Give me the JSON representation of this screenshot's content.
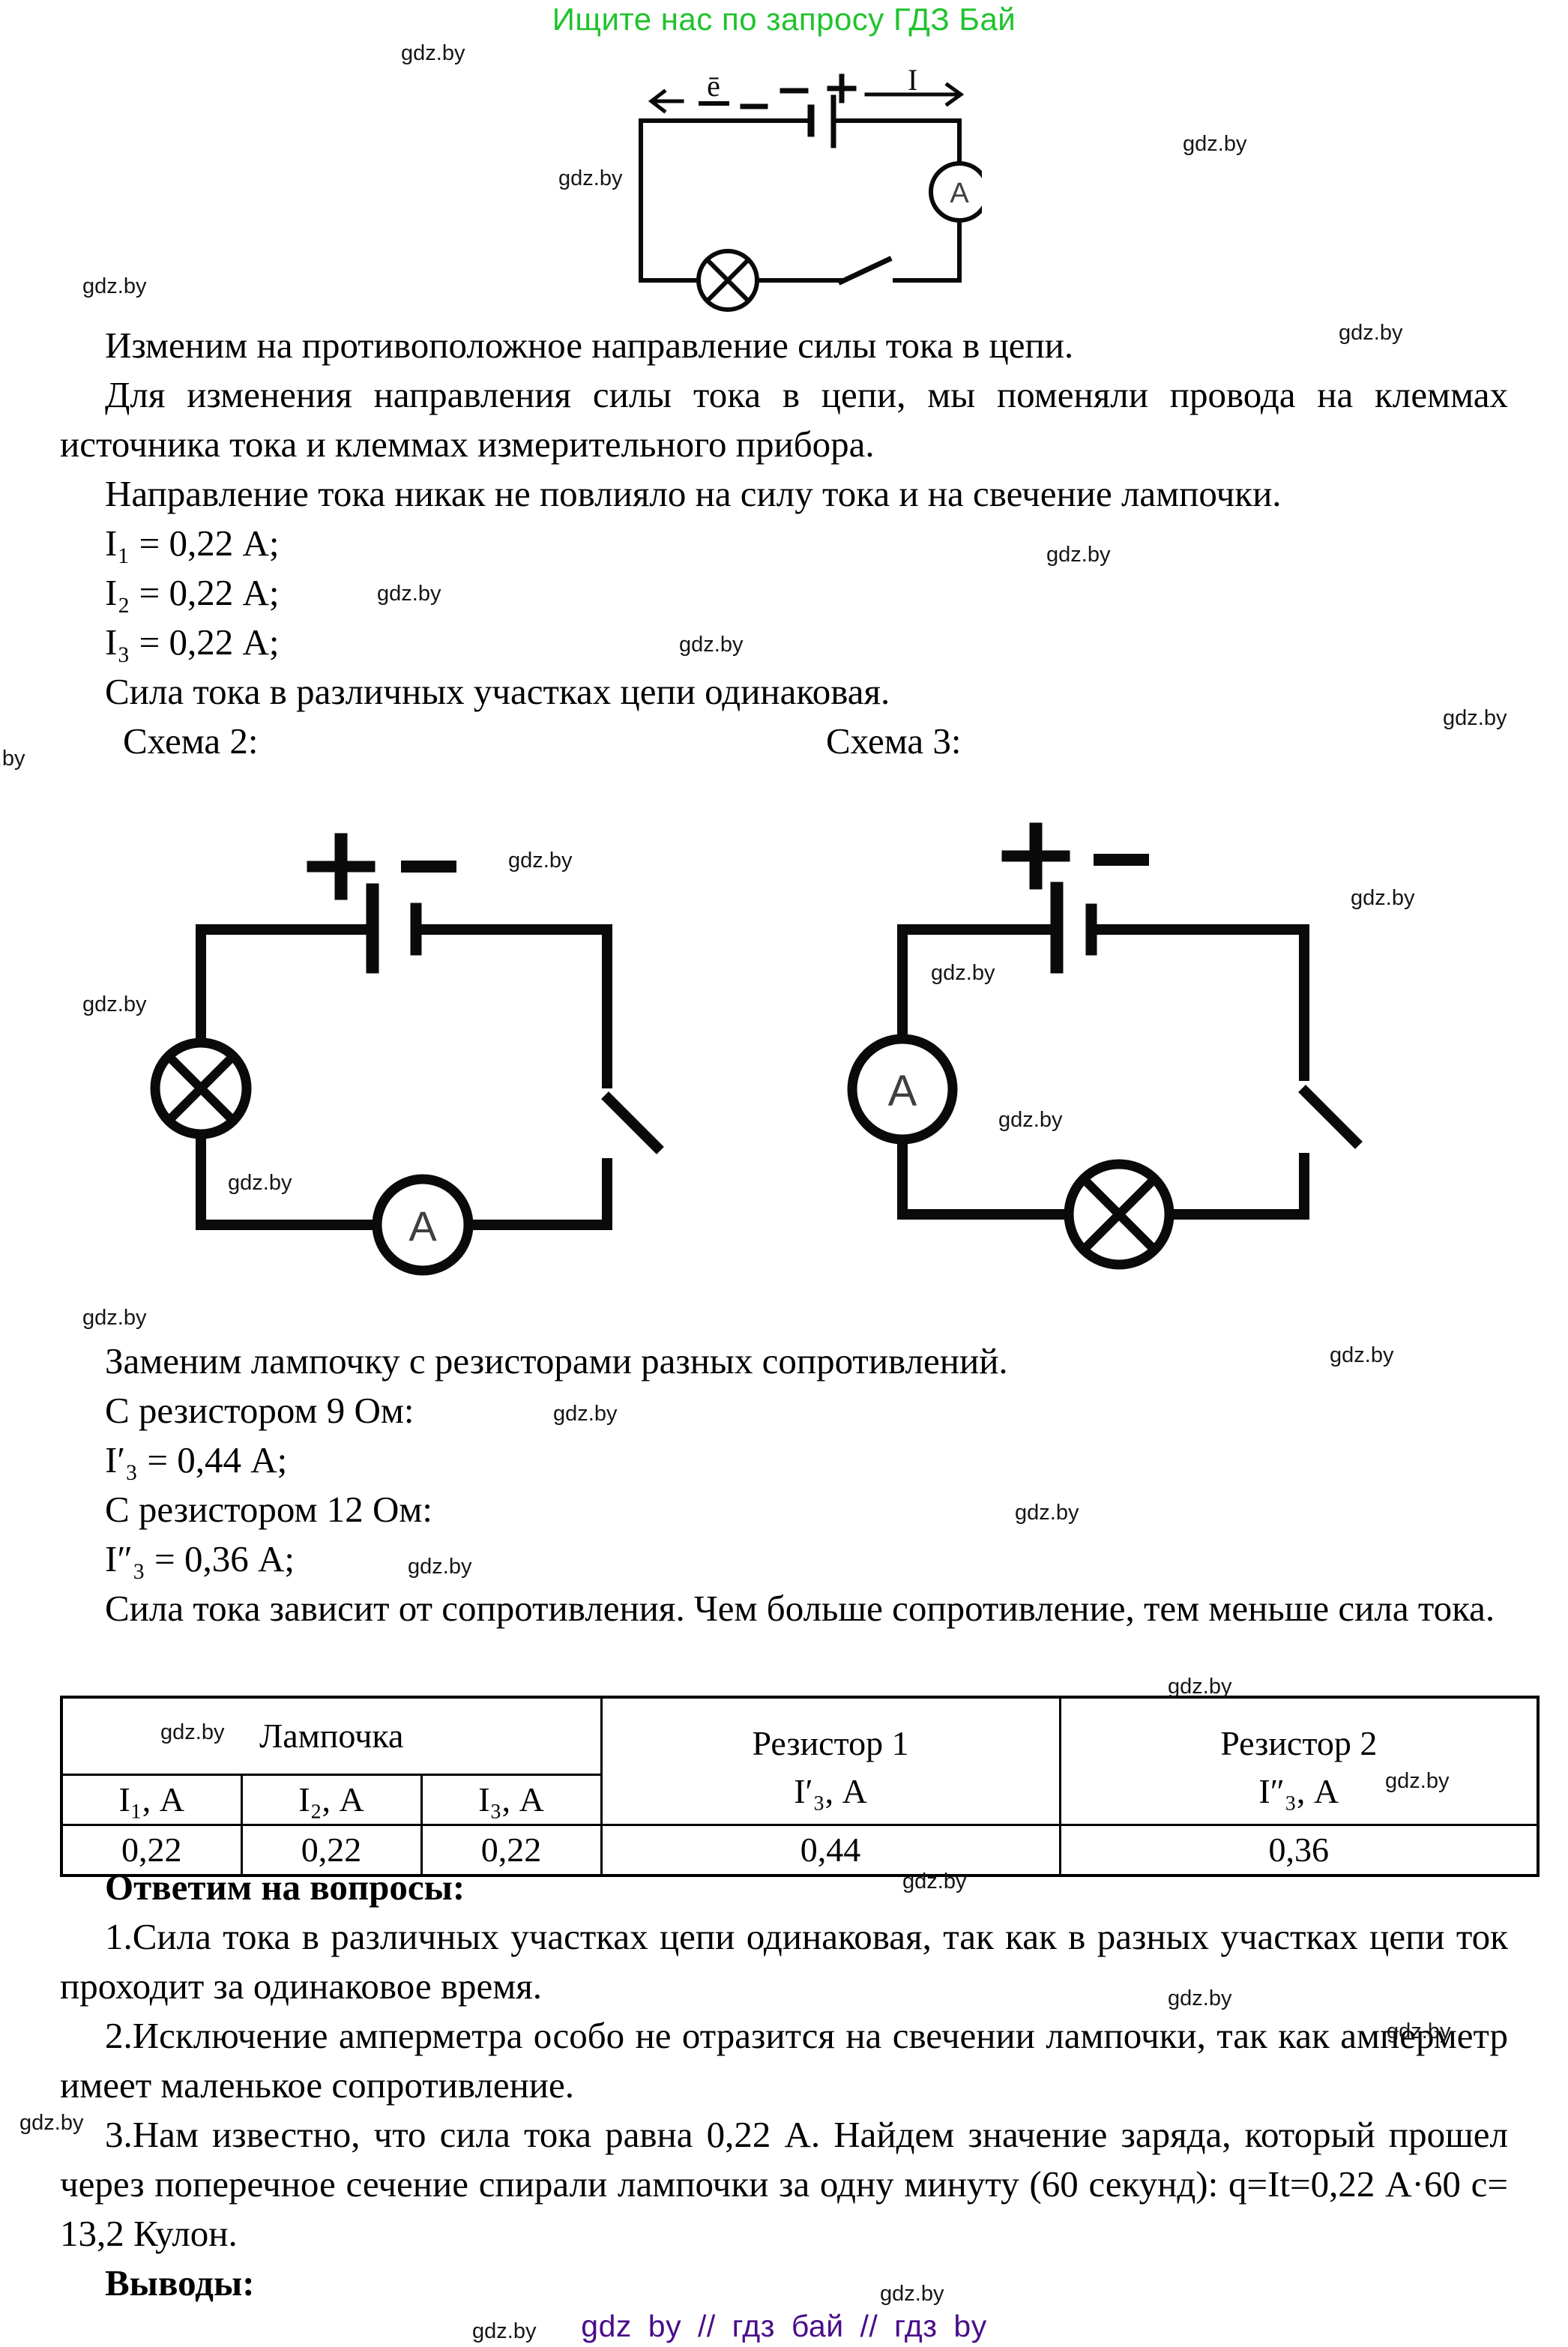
{
  "page": {
    "header_title": "Ищите нас по запросу ГДЗ Бай",
    "watermark": "gdz.by",
    "footer": "gdz by // гдз бай // гдз by"
  },
  "text": {
    "p1": "Изменим на противоположное направление силы тока в цепи.",
    "p2": "Для изменения направления силы тока в цепи, мы поменяли провода на клеммах источника тока и клеммах измерительного прибора.",
    "p3": "Направление тока никак не повлияло на силу тока и на свечение лампочки.",
    "i1": "I₁ = 0,22 А;",
    "i2": "I₂ = 0,22 А;",
    "i3": "I₃ = 0,22 А;",
    "p4": "Сила тока в различных участках цепи одинаковая.",
    "scheme2_label": "Схема 2:",
    "scheme3_label": "Схема 3:",
    "p5": "Заменим лампочку с резисторами разных сопротивлений.",
    "p6": "С резистором 9 Ом:",
    "i3_r9": "I′₃ = 0,44 А;",
    "p7": "С резистором 12 Ом:",
    "i3_r12": "I″₃ = 0,36 А;",
    "p8": "Сила тока зависит от сопротивления. Чем больше сопротивление, тем меньше сила тока."
  },
  "table": {
    "lamp": "Лампочка",
    "sub": [
      "I₁, А",
      "I₂, А",
      "I₃, А"
    ],
    "r1": {
      "title": "Резистор 1",
      "sub": "I′₃, А"
    },
    "r2": {
      "title": "Резистор 2",
      "sub": "I″₃, А"
    },
    "values": [
      "0,22",
      "0,22",
      "0,22",
      "0,44",
      "0,36"
    ]
  },
  "questions": {
    "heading": "Ответим на вопросы:",
    "q1": "1.Сила тока в различных участках цепи одинаковая, так как в разных участках цепи ток проходит за одинаковое время.",
    "q2": "2.Исключение амперметра особо не отразится на свечении лампочки, так как амперметр имеет маленькое сопротивление.",
    "q3": "3.Нам известно, что сила тока равна 0,22 А. Найдем значение заряда, который прошел через поперечное сечение спирали лампочки за одну минуту (60 секунд): q=It=0,22 А·60 с= 13,2 Кулон.",
    "conclusions": "Выводы:"
  },
  "circuits": {
    "top": {
      "electron": "ē",
      "current": "I",
      "ammeter": "A",
      "plus": "+",
      "minus": "−"
    },
    "scheme2": {
      "ammeter": "A",
      "plus": "+",
      "minus": "−"
    },
    "scheme3": {
      "ammeter": "A",
      "plus": "+",
      "minus": "−"
    }
  },
  "colors": {
    "banner_green": "#1fc32c",
    "footer_purple": "#4a0d8a",
    "ink": "#000000"
  }
}
